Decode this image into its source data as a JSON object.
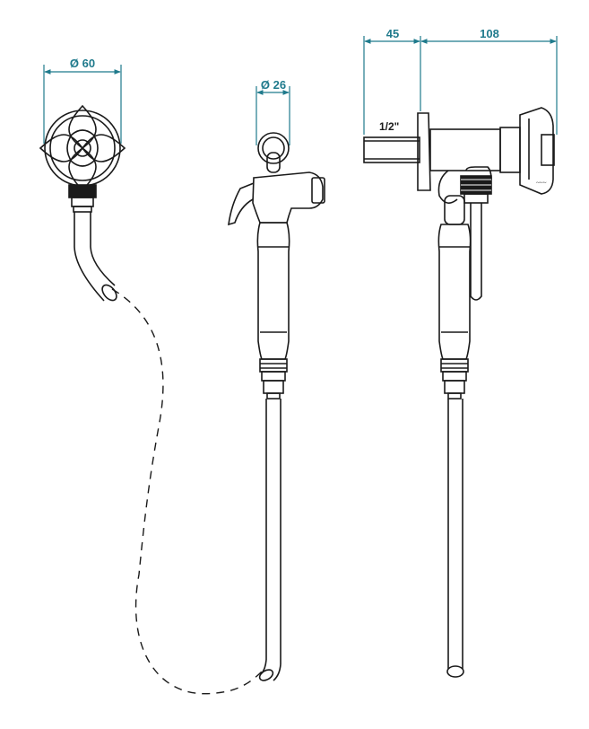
{
  "dimensions": {
    "rosette_diameter": "Ø 60",
    "handle_diameter": "Ø 26",
    "projection_depth": "45",
    "valve_length": "108",
    "thread_size": "1/2\""
  },
  "colors": {
    "dimension": "#1f7a8c",
    "outline": "#1a1a1a",
    "background": "#ffffff"
  }
}
